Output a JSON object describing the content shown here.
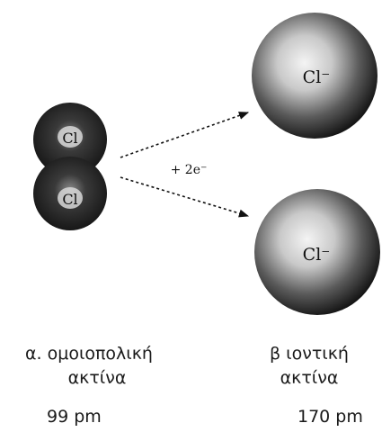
{
  "diagram": {
    "molecule": {
      "atom_top_label": "Cl",
      "atom_bottom_label": "Cl"
    },
    "reaction_label": "+ 2e⁻",
    "ion_top_label": "Cl⁻",
    "ion_bottom_label": "Cl⁻",
    "colors": {
      "ink": "#111111",
      "sphere_dark": "#1e1e1e",
      "sphere_light": "#f2f2f2"
    }
  },
  "captions": {
    "left_line1": "α. ομοιοπολική",
    "left_line2": "ακτίνα",
    "left_value": "99 pm",
    "right_line1": "β ιοντική",
    "right_line2": "ακτίνα",
    "right_value": "170 pm"
  }
}
